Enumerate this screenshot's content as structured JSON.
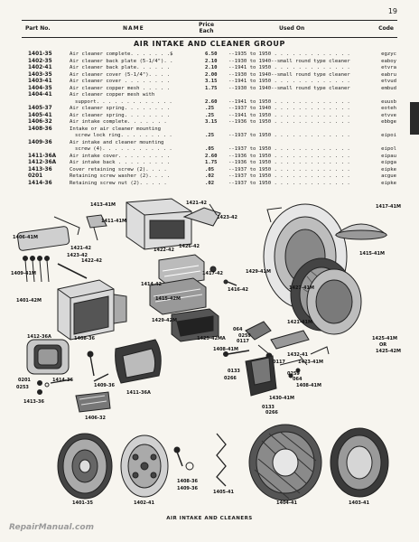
{
  "page_number": "19",
  "header": {
    "part_no": "Part No.",
    "name": "NAME",
    "price_line1": "Price",
    "price_line2": "Each",
    "used_on": "Used On",
    "code": "Code"
  },
  "section_title": "AIR INTAKE AND CLEANER GROUP",
  "parts": [
    {
      "part": "1401-35",
      "name": "Air cleaner complete. . . . . . .$",
      "price": "6.50",
      "used": "--1935 to 1950 . . . . . . . . . . . . .",
      "code": "egzyc",
      "indent": false
    },
    {
      "part": "1402-35",
      "name": "Air cleaner back plate (5-1/4\"). .",
      "price": "2.10",
      "used": "--1930 to 1940--small round type cleaner",
      "code": "eaboy",
      "indent": false
    },
    {
      "part": "1402-41",
      "name": "Air cleaner back plate. . . . . .",
      "price": "2.10",
      "used": "--1941 to 1950 . . . . . . . . . . . . .",
      "code": "etvra",
      "indent": false
    },
    {
      "part": "1403-35",
      "name": "Air cleaner cover (5-1/4\"). . . .",
      "price": "2.00",
      "used": "--1930 to 1940--small round type cleaner",
      "code": "eabru",
      "indent": false
    },
    {
      "part": "1403-41",
      "name": "Air cleaner cover . . . . . . . .",
      "price": "3.15",
      "used": "--1941 to 1950 . . . . . . . . . . . . .",
      "code": "etvud",
      "indent": false
    },
    {
      "part": "1404-35",
      "name": "Air cleaner copper mesh . . . . .",
      "price": "1.75",
      "used": "--1930 to 1940--small round type cleaner",
      "code": "embud",
      "indent": false
    },
    {
      "part": "1404-41",
      "name": "Air cleaner copper mesh with",
      "price": "",
      "used": "",
      "code": "",
      "indent": false
    },
    {
      "part": "",
      "name": "support. . . . . . . . . . . . .",
      "price": "2.60",
      "used": "--1941 to 1950 . . . . . . . . . . . . .",
      "code": "euusb",
      "indent": true
    },
    {
      "part": "1405-37",
      "name": "Air cleaner spring. . . . . . . .",
      "price": ".25",
      "used": "--1937 to 1940 . . . . . . . . . . . . .",
      "code": "eoteh",
      "indent": false
    },
    {
      "part": "1405-41",
      "name": "Air cleaner spring. . . . . . . .",
      "price": ".25",
      "used": "--1941 to 1950 . . . . . . . . . . . . .",
      "code": "etvve",
      "indent": false
    },
    {
      "part": "1406-32",
      "name": "Air intake complete. . . . . . .",
      "price": "3.15",
      "used": "--1936 to 1950 . . . . . . . . . . . . .",
      "code": "ebbge",
      "indent": false
    },
    {
      "part": "1408-36",
      "name": "Intake or air cleaner mounting",
      "price": "",
      "used": "",
      "code": "",
      "indent": false
    },
    {
      "part": "",
      "name": "screw lock ring. . . . . . . . .",
      "price": ".25",
      "used": "--1937 to 1950 . . . . . . . . . . . . .",
      "code": "eipoi",
      "indent": true
    },
    {
      "part": "1409-36",
      "name": "Air intake and cleaner mounting",
      "price": "",
      "used": "",
      "code": "",
      "indent": false
    },
    {
      "part": "",
      "name": "screw (4). . . . . . . . . . . .",
      "price": ".05",
      "used": "--1937 to 1950 . . . . . . . . . . . . .",
      "code": "eipol",
      "indent": true
    },
    {
      "part": "1411-36A",
      "name": "Air intake cover. . . . . . . . .",
      "price": "2.60",
      "used": "--1936 to 1950 . . . . . . . . . . . . .",
      "code": "eipau",
      "indent": false
    },
    {
      "part": "1412-36A",
      "name": "Air intake back . . . . . . . . .",
      "price": "1.75",
      "used": "--1936 to 1950 . . . . . . . . . . . . .",
      "code": "eipga",
      "indent": false
    },
    {
      "part": "1413-36",
      "name": "Cover retaining screw (2). . . .",
      "price": ".05",
      "used": "--1937 to 1950 . . . . . . . . . . . . .",
      "code": "eipke",
      "indent": false
    },
    {
      "part": "0201",
      "name": "Retaining screw washer (2). . . .",
      "price": ".02",
      "used": "--1937 to 1950 . . . . . . . . . . . . .",
      "code": "acgue",
      "indent": false
    },
    {
      "part": "1414-36",
      "name": "Retaining screw nut (2). . . . .",
      "price": ".02",
      "used": "--1937 to 1950 . . . . . . . . . . . . .",
      "code": "eipke",
      "indent": false
    }
  ],
  "diagram_labels": [
    "1413-41M",
    "1421-42",
    "1423-42",
    "1417-41M",
    "1411-41M",
    "1406-41M",
    "1422-42",
    "1426-42",
    "1423-42",
    "1421-42",
    "1422-42",
    "1409-41M",
    "1417-42",
    "1415-41M",
    "1429-41M",
    "1401-42M",
    "1414-42",
    "1416-42",
    "1415-42M",
    "1427-41M",
    "1429-42M",
    "1425-42MA",
    "1421-41M",
    "1408-41M",
    "1425-41M",
    "OR",
    "1425-42M",
    "064",
    "0259",
    "0117",
    "1412-36A",
    "1408-36",
    "1409-36",
    "1411-36A",
    "1432-41",
    "0117",
    "1423-41M",
    "0133",
    "0266",
    "0259",
    "064",
    "0201",
    "1414-36",
    "0253",
    "1408-41M",
    "1430-41M",
    "0133",
    "0266",
    "1413-36",
    "1406-32",
    "1408-36",
    "1409-36",
    "1401-35",
    "1402-41",
    "1405-41",
    "1404-41",
    "1403-41"
  ],
  "figure_caption": "AIR INTAKE AND CLEANERS",
  "watermark": "RepairManual.com"
}
